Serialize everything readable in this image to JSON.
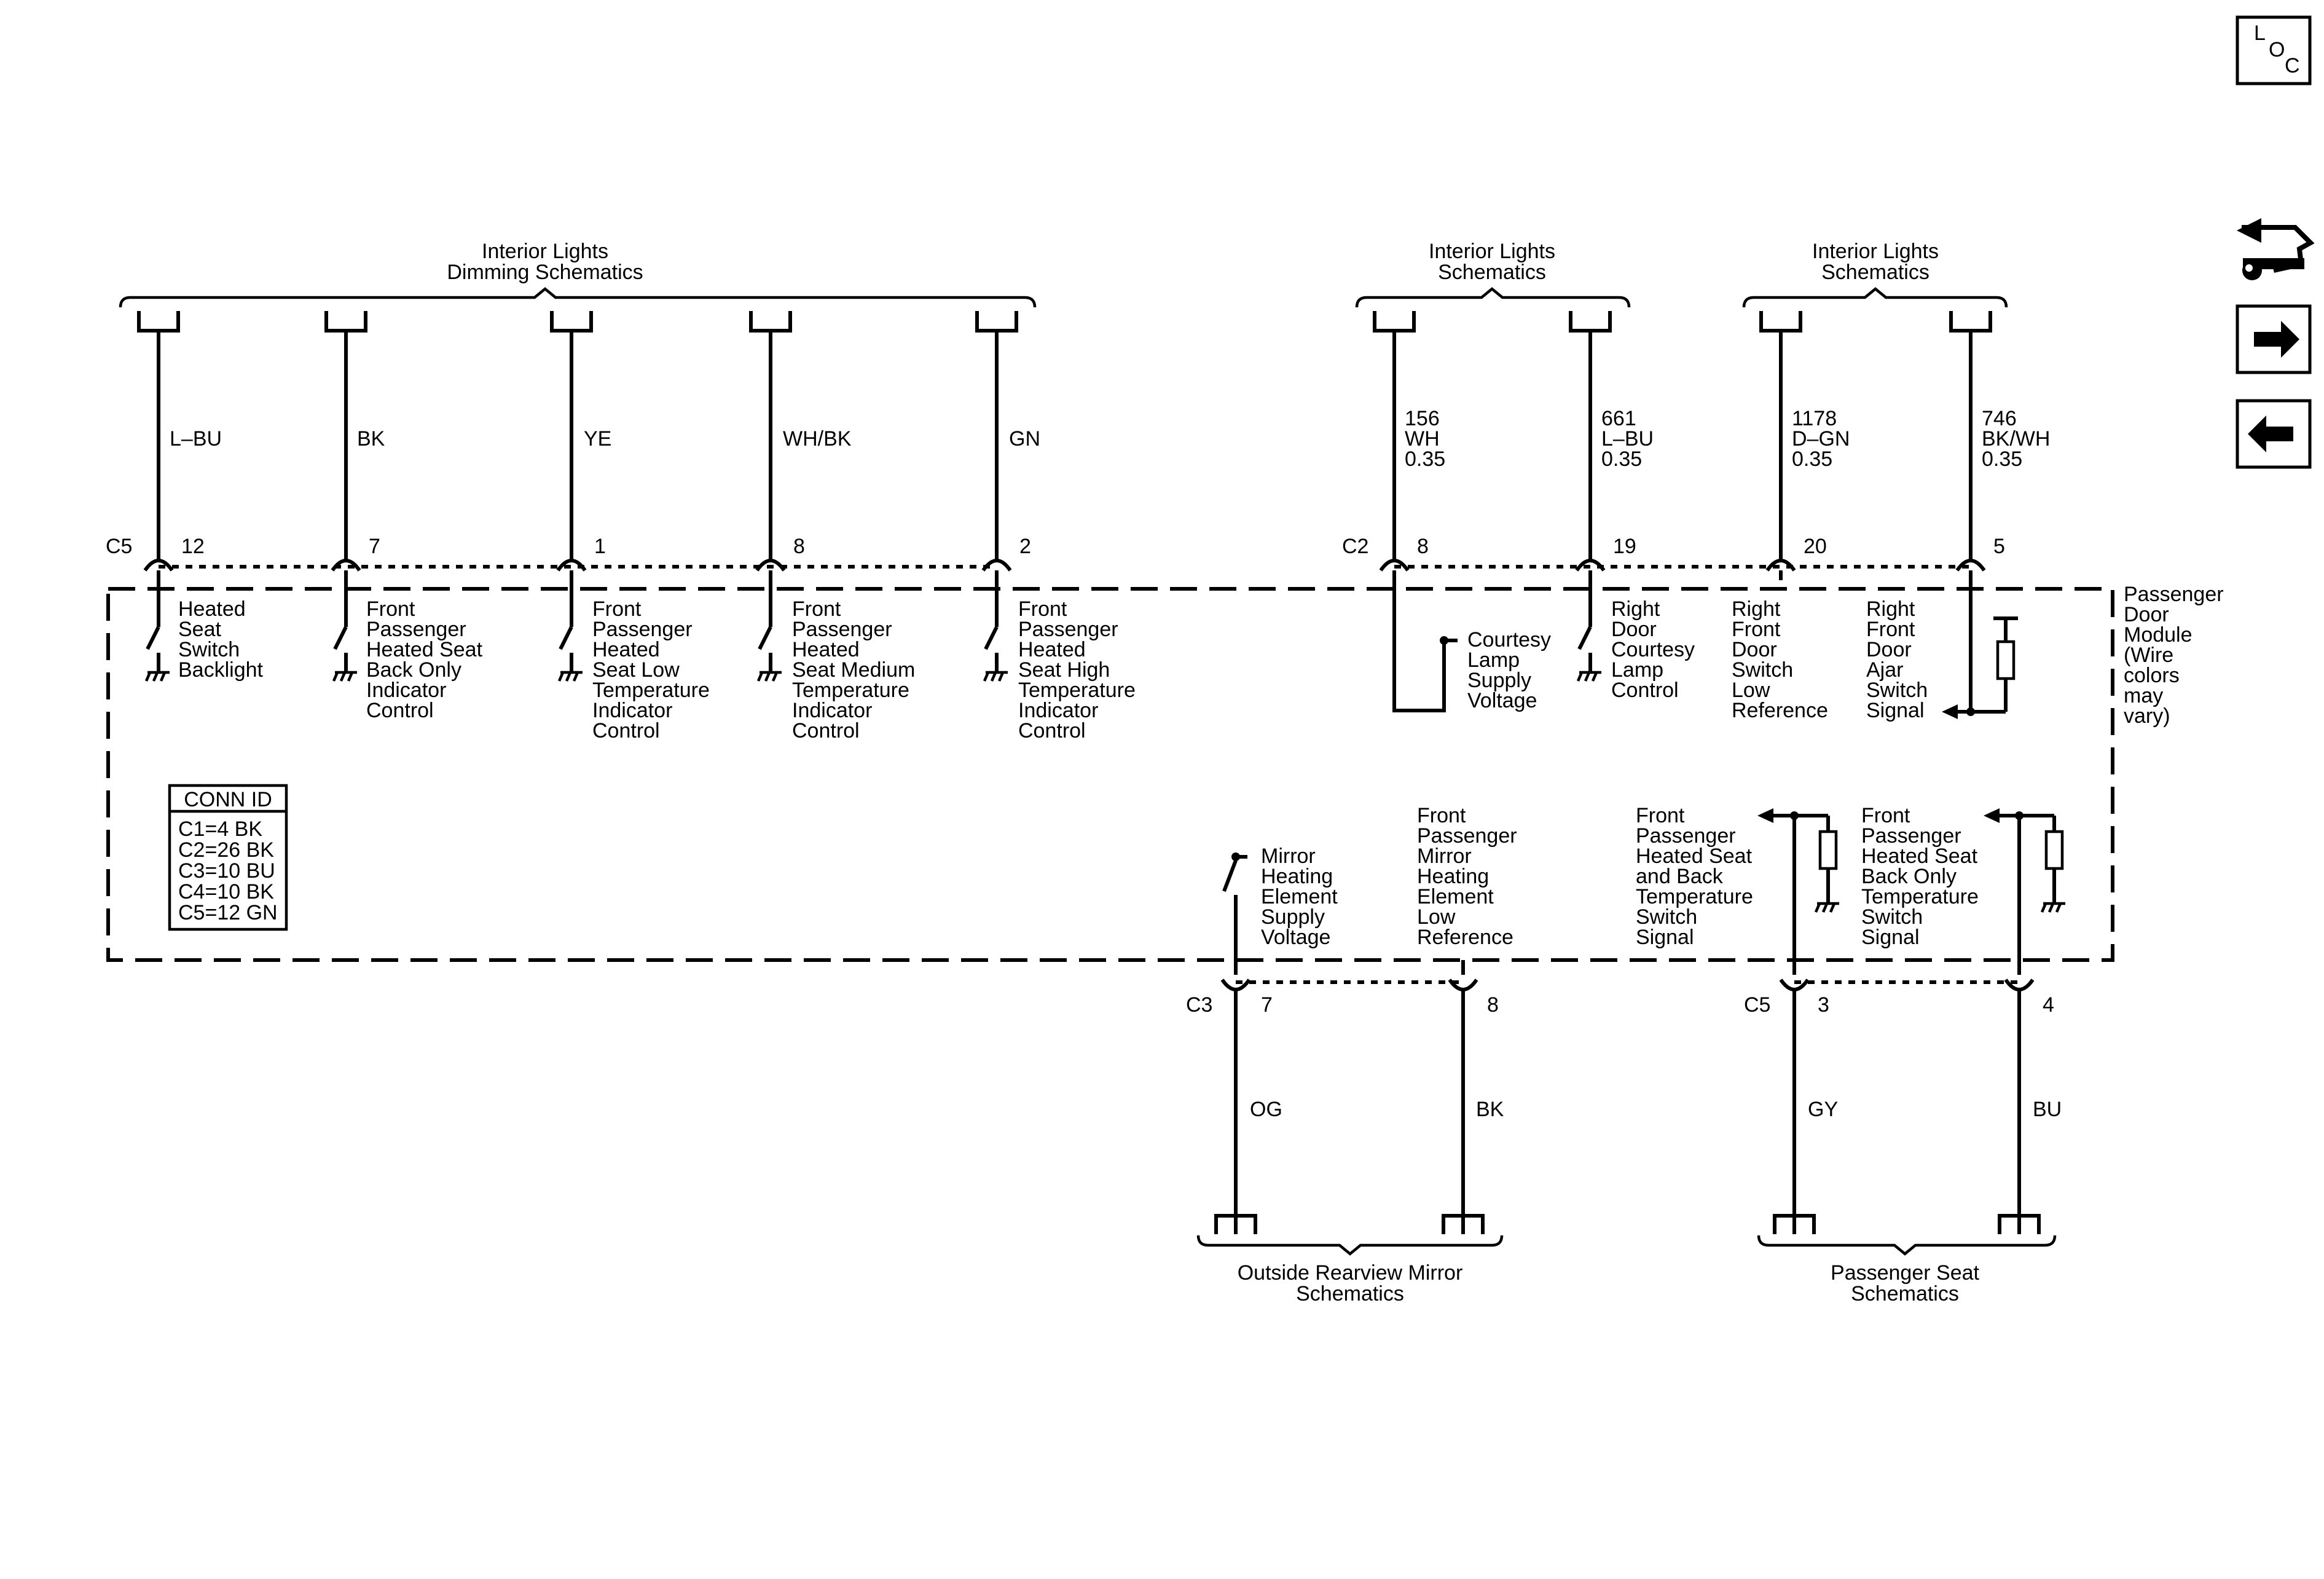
{
  "nav": {
    "loc_letters": [
      "L",
      "O",
      "C"
    ],
    "icons": {
      "loc": "loc-icon",
      "tools": "wrench-tools-icon",
      "next": "arrow-right-icon",
      "prev": "arrow-left-icon"
    }
  },
  "headers": {
    "dimming": [
      "Interior Lights",
      "Dimming Schematics"
    ],
    "lights1": [
      "Interior Lights",
      "Schematics"
    ],
    "lights2": [
      "Interior Lights",
      "Schematics"
    ],
    "mirror": [
      "Outside Rearview Mirror",
      "Schematics"
    ],
    "seat": [
      "Passenger Seat",
      "Schematics"
    ]
  },
  "connectors": {
    "c5_top": "C5",
    "c2": "C2",
    "c3": "C3",
    "c5_bottom": "C5"
  },
  "top_circuits": [
    {
      "pin": "12",
      "wire": [
        "L–BU"
      ],
      "func": [
        "Heated",
        "Seat",
        "Switch",
        "Backlight"
      ]
    },
    {
      "pin": "7",
      "wire": [
        "BK"
      ],
      "func": [
        "Front",
        "Passenger",
        "Heated Seat",
        "Back Only",
        "Indicator",
        "Control"
      ]
    },
    {
      "pin": "1",
      "wire": [
        "YE"
      ],
      "func": [
        "Front",
        "Passenger",
        "Heated",
        "Seat Low",
        "Temperature",
        "Indicator",
        "Control"
      ]
    },
    {
      "pin": "8",
      "wire": [
        "WH/BK"
      ],
      "func": [
        "Front",
        "Passenger",
        "Heated",
        "Seat Medium",
        "Temperature",
        "Indicator",
        "Control"
      ]
    },
    {
      "pin": "2",
      "wire": [
        "GN"
      ],
      "func": [
        "Front",
        "Passenger",
        "Heated",
        "Seat High",
        "Temperature",
        "Indicator",
        "Control"
      ]
    },
    {
      "pin": "8",
      "wire": [
        "156",
        "WH",
        "0.35"
      ],
      "func": [
        "Courtesy",
        "Lamp",
        "Supply",
        "Voltage"
      ]
    },
    {
      "pin": "19",
      "wire": [
        "661",
        "L–BU",
        "0.35"
      ],
      "func": [
        "Right",
        "Door",
        "Courtesy",
        "Lamp",
        "Control"
      ]
    },
    {
      "pin": "20",
      "wire": [
        "1178",
        "D–GN",
        "0.35"
      ],
      "func": [
        "Right",
        "Front",
        "Door",
        "Switch",
        "Low",
        "Reference"
      ]
    },
    {
      "pin": "5",
      "wire": [
        "746",
        "BK/WH",
        "0.35"
      ],
      "func": [
        "Right",
        "Front",
        "Door",
        "Ajar",
        "Switch",
        "Signal"
      ]
    }
  ],
  "bottom_circuits": [
    {
      "pin": "7",
      "wire": "OG",
      "func": [
        "Mirror",
        "Heating",
        "Element",
        "Supply",
        "Voltage"
      ]
    },
    {
      "pin": "8",
      "wire": "BK",
      "func": [
        "Front",
        "Passenger",
        "Mirror",
        "Heating",
        "Element",
        "Low",
        "Reference"
      ]
    },
    {
      "pin": "3",
      "wire": "GY",
      "func": [
        "Front",
        "Passenger",
        "Heated Seat",
        "and Back",
        "Temperature",
        "Switch",
        "Signal"
      ]
    },
    {
      "pin": "4",
      "wire": "BU",
      "func": [
        "Front",
        "Passenger",
        "Heated Seat",
        "Back Only",
        "Temperature",
        "Switch",
        "Signal"
      ]
    }
  ],
  "module": {
    "name": [
      "Passenger",
      "Door",
      "Module",
      "(Wire",
      "colors",
      "may",
      "vary)"
    ]
  },
  "conn_id": {
    "title": "CONN ID",
    "rows": [
      "C1=4 BK",
      "C2=26 BK",
      "C3=10 BU",
      "C4=10 BK",
      "C5=12 GN"
    ]
  }
}
